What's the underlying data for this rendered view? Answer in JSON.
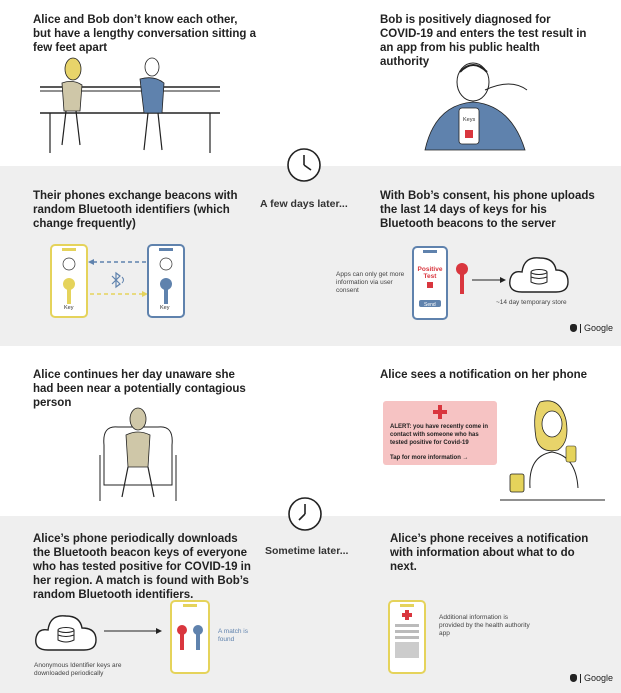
{
  "panel1": {
    "caption": "Alice and Bob don’t know each other, but have a lengthy conversation sitting a few feet apart"
  },
  "panel2": {
    "caption": "Bob is positively diagnosed for COVID-19 and enters the test result in an app from his public health authority",
    "phone_text": "Keys"
  },
  "transition1": {
    "text": "A few days later..."
  },
  "panel3": {
    "caption": "Their phones exchange beacons with random Bluetooth identifiers (which change frequently)",
    "key_label": "Key",
    "key_label_2": "Key"
  },
  "panel4": {
    "caption": "With Bob’s consent, his phone uploads the last 14 days of keys for his Bluetooth beacons to the server",
    "note": "Apps can only get more information via user consent",
    "phone_title": "Positive Test",
    "button_label": "Send",
    "store_label": "~14 day temporary store"
  },
  "brand_label": "Google",
  "panel5": {
    "caption": "Alice continues her day unaware she had been near a potentially contagious person"
  },
  "panel6": {
    "caption": "Alice sees a notification on her phone",
    "alert_text": "ALERT: you have recently come in contact with someone who has tested positive for Covid-19",
    "alert_link": "Tap for more information →"
  },
  "transition2": {
    "text": "Sometime later..."
  },
  "panel7": {
    "caption": "Alice’s phone periodically downloads the Bluetooth beacon keys of everyone who has tested positive for COVID-19 in her region. A match is found with Bob’s random Bluetooth identifiers.",
    "cloud_note": "Anonymous Identifier keys are downloaded periodically",
    "match_note": "A match is found"
  },
  "panel8": {
    "caption": "Alice’s phone receives a notification with information about what to do next.",
    "info_note": "Additional information is provided by the health authority app"
  },
  "colors": {
    "alice": "#e5d35b",
    "bob": "#5f82ad",
    "red": "#d9363e",
    "grey_band": "#efefef",
    "alert_bg": "#f6c3c3"
  }
}
